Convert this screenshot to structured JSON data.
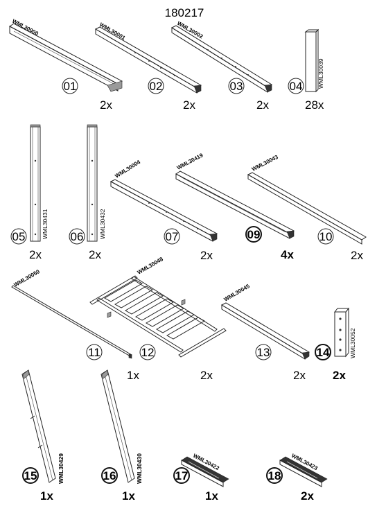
{
  "document_number": "180217",
  "parts": [
    {
      "number": "01",
      "code": "WML30000",
      "quantity": "2x"
    },
    {
      "number": "02",
      "code": "WML30001",
      "quantity": "2x"
    },
    {
      "number": "03",
      "code": "WML30002",
      "quantity": "2x"
    },
    {
      "number": "04",
      "code": "WML30039",
      "quantity": "28x"
    },
    {
      "number": "05",
      "code": "WML30431",
      "quantity": "2x"
    },
    {
      "number": "06",
      "code": "WML30432",
      "quantity": "2x"
    },
    {
      "number": "07",
      "code": "WML30004",
      "quantity": "2x"
    },
    {
      "number": "09",
      "code": "WML30419",
      "quantity": "4x"
    },
    {
      "number": "10",
      "code": "WML30043",
      "quantity": "2x"
    },
    {
      "number": "11",
      "code": "WML30050",
      "quantity": "1x"
    },
    {
      "number": "12",
      "code": "WML30048",
      "quantity": "2x"
    },
    {
      "number": "13",
      "code": "WML30045",
      "quantity": "2x"
    },
    {
      "number": "14",
      "code": "WML30052",
      "quantity": "2x"
    },
    {
      "number": "15",
      "code": "WML30429",
      "quantity": "1x"
    },
    {
      "number": "16",
      "code": "WML30430",
      "quantity": "1x"
    },
    {
      "number": "17",
      "code": "WML30422",
      "quantity": "1x"
    },
    {
      "number": "18",
      "code": "WML30423",
      "quantity": "2x"
    }
  ]
}
